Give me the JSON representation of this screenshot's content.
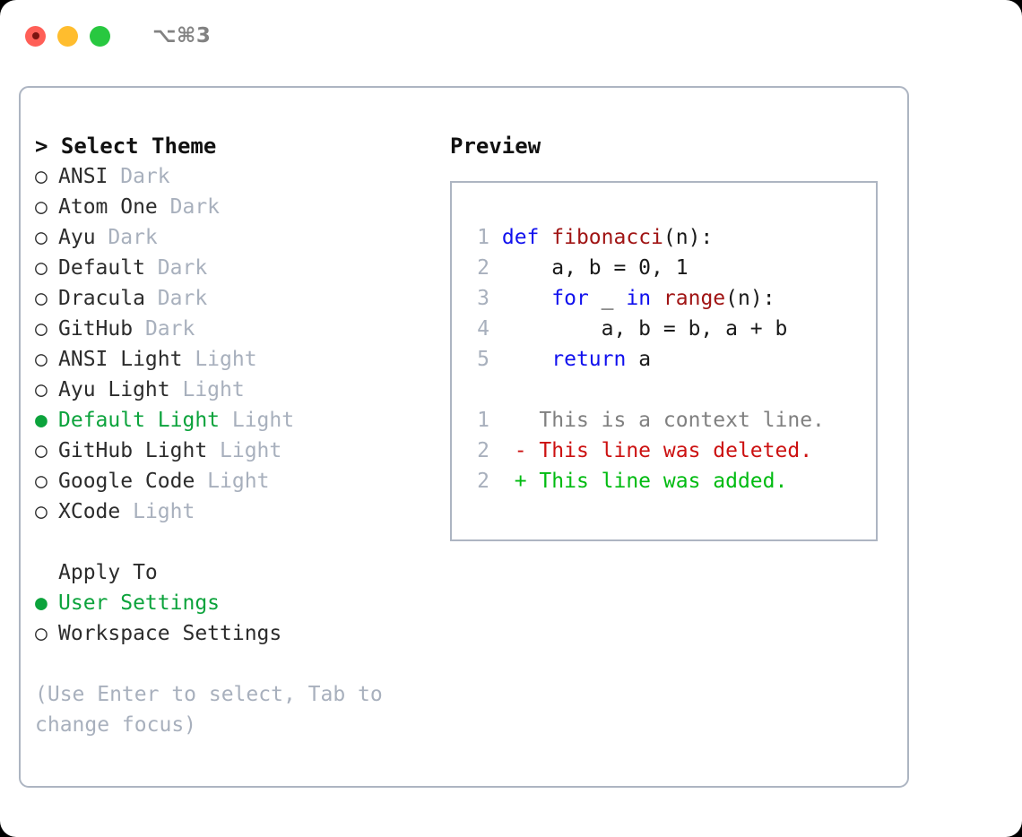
{
  "titlebar": {
    "lights": [
      {
        "name": "close-button",
        "color": "#ff5f57"
      },
      {
        "name": "minimize-button",
        "color": "#ffbd2e"
      },
      {
        "name": "maximize-button",
        "color": "#28c840"
      }
    ],
    "shortcut": "⌥⌘3"
  },
  "theme_section": {
    "header": "> Select Theme",
    "items": [
      {
        "marker": "○",
        "label": "ANSI",
        "variant": "Dark",
        "selected": false
      },
      {
        "marker": "○",
        "label": "Atom One",
        "variant": "Dark",
        "selected": false
      },
      {
        "marker": "○",
        "label": "Ayu",
        "variant": "Dark",
        "selected": false
      },
      {
        "marker": "○",
        "label": "Default",
        "variant": "Dark",
        "selected": false
      },
      {
        "marker": "○",
        "label": "Dracula",
        "variant": "Dark",
        "selected": false
      },
      {
        "marker": "○",
        "label": "GitHub",
        "variant": "Dark",
        "selected": false
      },
      {
        "marker": "○",
        "label": "ANSI Light",
        "variant": "Light",
        "selected": false
      },
      {
        "marker": "○",
        "label": "Ayu Light",
        "variant": "Light",
        "selected": false
      },
      {
        "marker": "●",
        "label": "Default Light",
        "variant": "Light",
        "selected": true
      },
      {
        "marker": "○",
        "label": "GitHub Light",
        "variant": "Light",
        "selected": false
      },
      {
        "marker": "○",
        "label": "Google Code",
        "variant": "Light",
        "selected": false
      },
      {
        "marker": "○",
        "label": "XCode",
        "variant": "Light",
        "selected": false
      }
    ]
  },
  "apply_to": {
    "header": "Apply To",
    "items": [
      {
        "marker": "●",
        "label": "User Settings",
        "selected": true
      },
      {
        "marker": "○",
        "label": "Workspace Settings",
        "selected": false
      }
    ]
  },
  "hint": "(Use Enter to select, Tab to change focus)",
  "preview": {
    "title": "Preview",
    "code_lines": [
      {
        "lineno": "1",
        "tokens": [
          {
            "t": "def",
            "c": "kw"
          },
          {
            "t": " ",
            "c": "plain"
          },
          {
            "t": "fibonacci",
            "c": "fn"
          },
          {
            "t": "(n):",
            "c": "plain"
          }
        ]
      },
      {
        "lineno": "2",
        "tokens": [
          {
            "t": "    a, b = 0, 1",
            "c": "plain"
          }
        ]
      },
      {
        "lineno": "3",
        "tokens": [
          {
            "t": "    ",
            "c": "plain"
          },
          {
            "t": "for",
            "c": "kw"
          },
          {
            "t": " _ ",
            "c": "plain"
          },
          {
            "t": "in",
            "c": "kw"
          },
          {
            "t": " ",
            "c": "plain"
          },
          {
            "t": "range",
            "c": "fn"
          },
          {
            "t": "(n):",
            "c": "plain"
          }
        ]
      },
      {
        "lineno": "4",
        "tokens": [
          {
            "t": "        a, b = b, a + b",
            "c": "plain"
          }
        ]
      },
      {
        "lineno": "5",
        "tokens": [
          {
            "t": "    ",
            "c": "plain"
          },
          {
            "t": "return",
            "c": "kw"
          },
          {
            "t": " a",
            "c": "plain"
          }
        ]
      }
    ],
    "diff_lines": [
      {
        "lineno": "1",
        "tokens": [
          {
            "t": "   This is a context line.",
            "c": "ctx"
          }
        ]
      },
      {
        "lineno": "2",
        "tokens": [
          {
            "t": " - This line was deleted.",
            "c": "del"
          }
        ]
      },
      {
        "lineno": "2",
        "tokens": [
          {
            "t": " + This line was added.",
            "c": "add"
          }
        ]
      }
    ]
  },
  "colors": {
    "accent_green": "#0ca33c",
    "border": "#adb5c2",
    "muted": "#a8b0bd",
    "keyword_blue": "#1111ee",
    "function_red": "#a01414",
    "diff_add": "#00bb11",
    "diff_del": "#cc1111"
  }
}
